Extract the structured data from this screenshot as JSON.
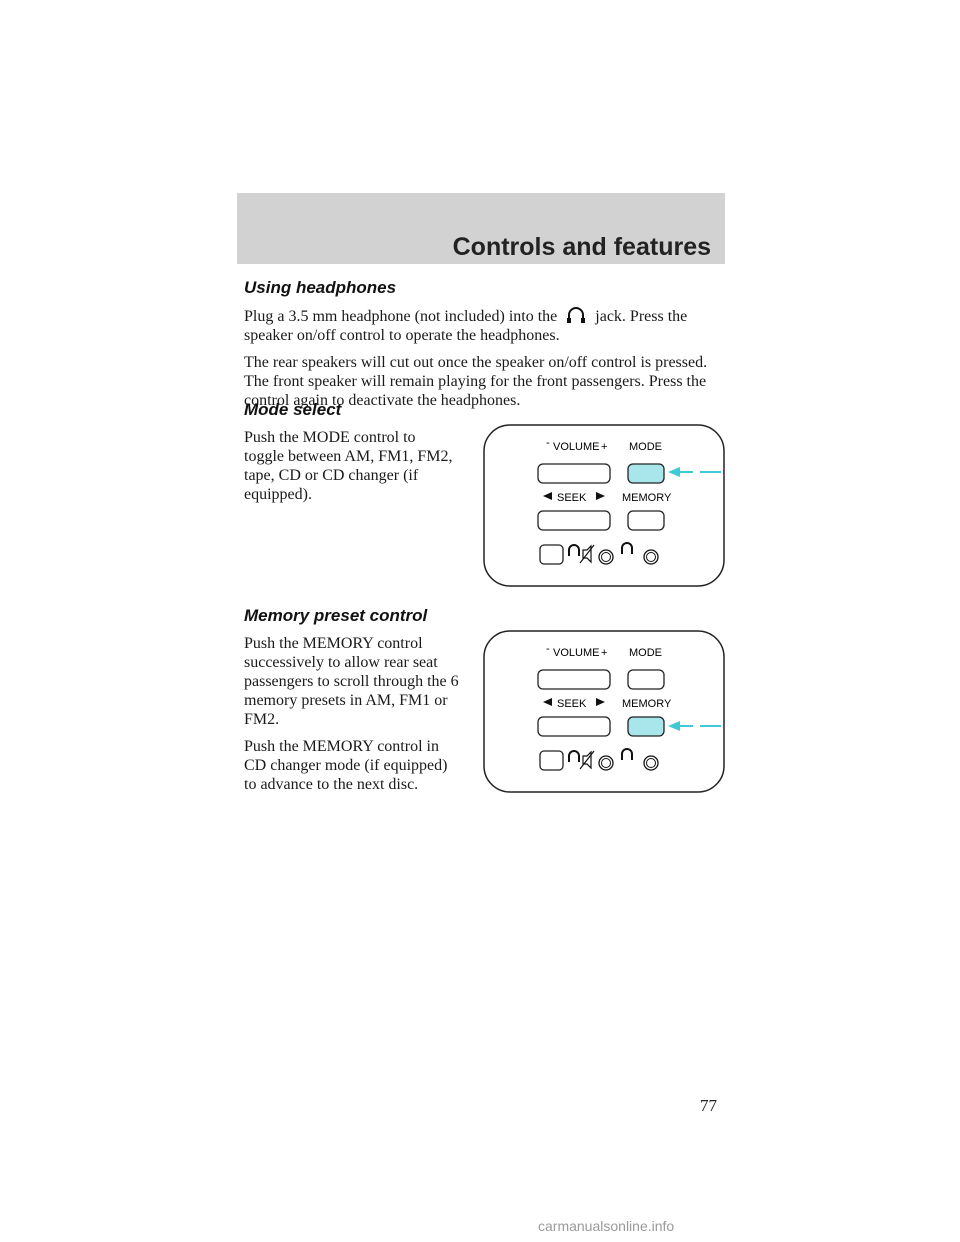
{
  "header": {
    "title": "Controls and features"
  },
  "headphones": {
    "heading": "Using headphones",
    "p1_before": "Plug a 3.5 mm headphone (not included) into the",
    "p1_after": "jack. Press the speaker on/off control to operate the headphones.",
    "p2": "The rear speakers will cut out once the speaker on/off control is pressed. The front speaker will remain playing for the front passengers. Press the control again to deactivate the headphones."
  },
  "mode_select": {
    "heading": "Mode select",
    "p1": "Push the MODE control to toggle between AM, FM1, FM2, tape, CD or CD changer (if equipped)."
  },
  "memory_preset": {
    "heading": "Memory preset control",
    "p1": "Push the MEMORY control successively to allow rear seat passengers to scroll through the 6 memory presets in AM, FM1 or FM2.",
    "p2": "Push the MEMORY control in CD changer mode (if equipped) to advance to the next disc."
  },
  "panel": {
    "volume_label": "VOLUME",
    "minus": "-",
    "plus": "+",
    "mode_label": "MODE",
    "seek_label": "SEEK",
    "memory_label": "MEMORY",
    "highlight_color": "#a8e6ec",
    "arrow_color": "#3fc9d6"
  },
  "page_number": "77",
  "watermark": "carmanualsonline.info"
}
